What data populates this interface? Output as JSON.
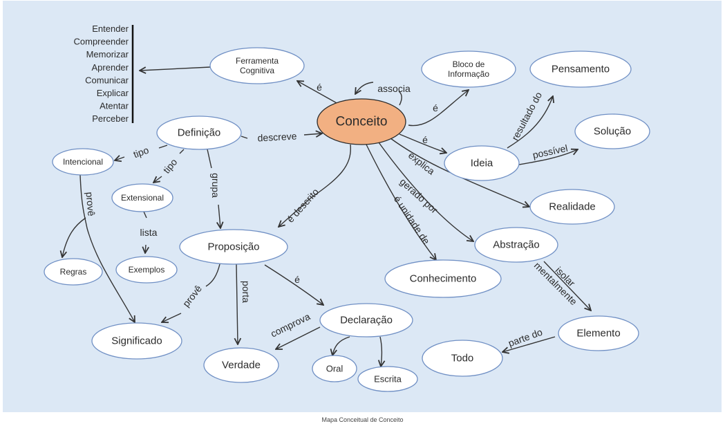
{
  "caption": "Mapa Conceitual de Conceito",
  "colors": {
    "background": "#dce8f5",
    "node_fill": "#ffffff",
    "node_border": "#6f8fc4",
    "central_fill": "#f2b082",
    "edge": "#333333"
  },
  "verb_list": [
    "Entender",
    "Compreender",
    "Memorizar",
    "Aprender",
    "Comunicar",
    "Explicar",
    "Atentar",
    "Perceber"
  ],
  "nodes": [
    {
      "id": "conceito",
      "label": [
        "Conceito"
      ],
      "central": true
    },
    {
      "id": "ferramenta",
      "label": [
        "Ferramenta",
        "Cognitiva"
      ]
    },
    {
      "id": "bloco",
      "label": [
        "Bloco de",
        "Informação"
      ]
    },
    {
      "id": "pensamento",
      "label": [
        "Pensamento"
      ]
    },
    {
      "id": "solucao",
      "label": [
        "Solução"
      ]
    },
    {
      "id": "definicao",
      "label": [
        "Definição"
      ]
    },
    {
      "id": "ideia",
      "label": [
        "Ideia"
      ]
    },
    {
      "id": "intencional",
      "label": [
        "Intencional"
      ]
    },
    {
      "id": "extensional",
      "label": [
        "Extensional"
      ]
    },
    {
      "id": "realidade",
      "label": [
        "Realidade"
      ]
    },
    {
      "id": "proposicao",
      "label": [
        "Proposição"
      ]
    },
    {
      "id": "abstracao",
      "label": [
        "Abstração"
      ]
    },
    {
      "id": "regras",
      "label": [
        "Regras"
      ]
    },
    {
      "id": "exemplos",
      "label": [
        "Exemplos"
      ]
    },
    {
      "id": "conhecimento",
      "label": [
        "Conhecimento"
      ]
    },
    {
      "id": "declaracao",
      "label": [
        "Declaração"
      ]
    },
    {
      "id": "elemento",
      "label": [
        "Elemento"
      ]
    },
    {
      "id": "significado",
      "label": [
        "Significado"
      ]
    },
    {
      "id": "verdade",
      "label": [
        "Verdade"
      ]
    },
    {
      "id": "todo",
      "label": [
        "Todo"
      ]
    },
    {
      "id": "oral",
      "label": [
        "Oral"
      ]
    },
    {
      "id": "escrita",
      "label": [
        "Escrita"
      ]
    }
  ],
  "edges": [
    {
      "from": "conceito",
      "to": "ferramenta",
      "label": "é"
    },
    {
      "from": "ferramenta",
      "to": "verb_list",
      "label": ""
    },
    {
      "from": "conceito",
      "to": "conceito",
      "label": "associa"
    },
    {
      "from": "conceito",
      "to": "bloco",
      "label": "é"
    },
    {
      "from": "conceito",
      "to": "ideia",
      "label": "é"
    },
    {
      "from": "ideia",
      "to": "pensamento",
      "label": "resultado do"
    },
    {
      "from": "ideia",
      "to": "solucao",
      "label": "possível"
    },
    {
      "from": "conceito",
      "to": "realidade",
      "label": "explica"
    },
    {
      "from": "conceito",
      "to": "abstracao",
      "label": "gerado por"
    },
    {
      "from": "conceito",
      "to": "conhecimento",
      "label": "é unidade de"
    },
    {
      "from": "conceito",
      "to": "proposicao",
      "label": "é descrito"
    },
    {
      "from": "definicao",
      "to": "conceito",
      "label": "descreve"
    },
    {
      "from": "definicao",
      "to": "intencional",
      "label": "tipo"
    },
    {
      "from": "definicao",
      "to": "extensional",
      "label": "tipo"
    },
    {
      "from": "definicao",
      "to": "proposicao",
      "label": "grupa"
    },
    {
      "from": "intencional",
      "to": "regras",
      "label": ""
    },
    {
      "from": "intencional",
      "to": "significado",
      "label": "provê"
    },
    {
      "from": "extensional",
      "to": "exemplos",
      "label": "lista"
    },
    {
      "from": "proposicao",
      "to": "significado",
      "label": "provê"
    },
    {
      "from": "proposicao",
      "to": "verdade",
      "label": "porta"
    },
    {
      "from": "proposicao",
      "to": "declaracao",
      "label": "é"
    },
    {
      "from": "declaracao",
      "to": "verdade",
      "label": "comprova"
    },
    {
      "from": "declaracao",
      "to": "oral",
      "label": ""
    },
    {
      "from": "declaracao",
      "to": "escrita",
      "label": ""
    },
    {
      "from": "abstracao",
      "to": "elemento",
      "label": "isolar mentalmente"
    },
    {
      "from": "elemento",
      "to": "todo",
      "label": "parte do"
    }
  ]
}
